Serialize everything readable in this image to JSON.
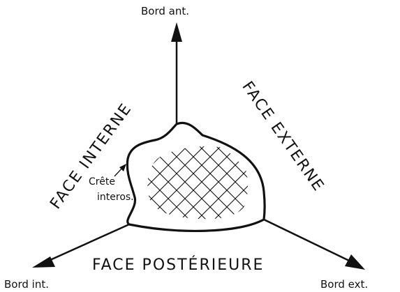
{
  "diagram": {
    "corners": {
      "anterior": "Bord ant.",
      "internal": "Bord int.",
      "external": "Bord ext."
    },
    "faces": {
      "internal": "FACE INTERNE",
      "external": "FACE EXTERNE",
      "posterior": "FACE POSTÉRIEURE"
    },
    "crest": {
      "line1": "Crête",
      "line2": "interos."
    }
  }
}
